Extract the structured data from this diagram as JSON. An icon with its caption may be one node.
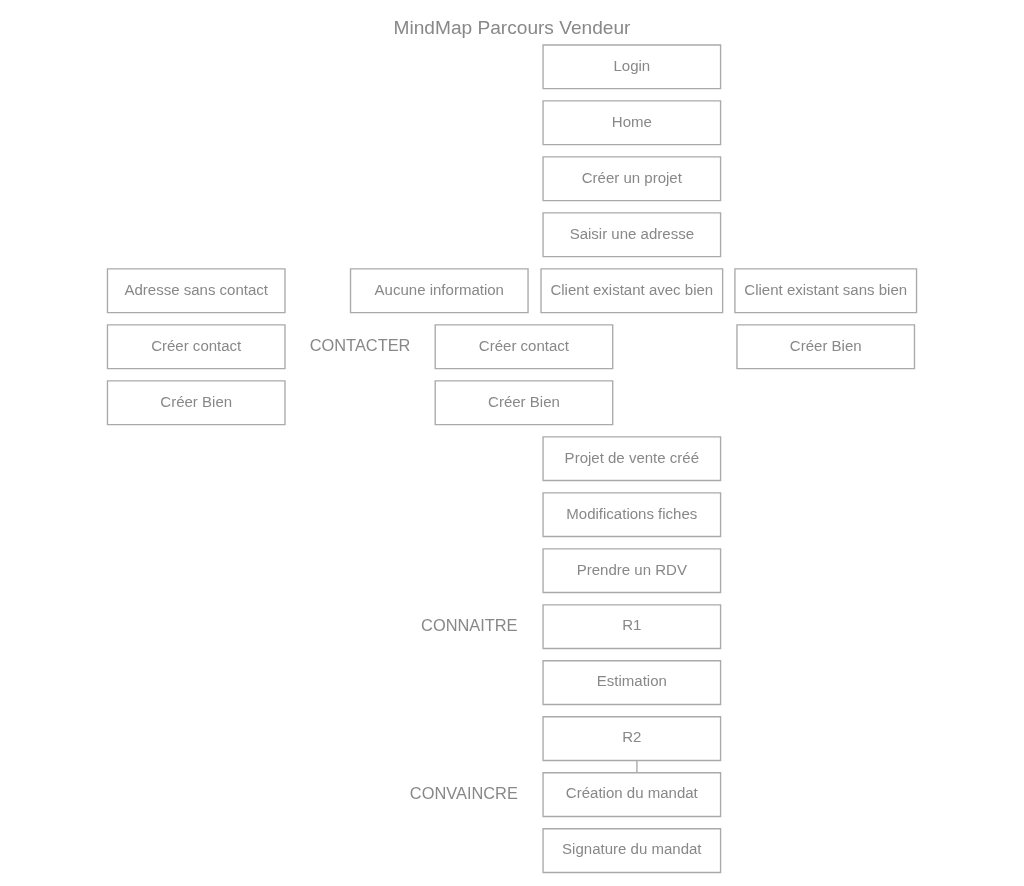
{
  "diagram": {
    "title": "MindMap Parcours Vendeur",
    "nodes": [
      {
        "text": [
          "Login"
        ]
      },
      {
        "text": [
          "Home"
        ]
      },
      {
        "text": [
          "Créer un projet"
        ]
      },
      {
        "text": [
          "Saisir une adresse"
        ]
      },
      {
        "text": [
          "Adresse sans contact"
        ]
      },
      {
        "text": [
          "Aucune information"
        ]
      },
      {
        "text": [
          "Client existant avec bien"
        ]
      },
      {
        "text": [
          "Client existant sans bien"
        ]
      },
      {
        "text": [
          "Créer contact"
        ]
      },
      {
        "text": [
          "Créer contact"
        ]
      },
      {
        "text": [
          "Créer Bien"
        ]
      },
      {
        "text": [
          "Créer Bien"
        ]
      },
      {
        "text": [
          "Créer Bien"
        ]
      },
      {
        "text": [
          "Projet de vente créé"
        ]
      },
      {
        "text": [
          "Modifications fiches"
        ]
      },
      {
        "text": [
          "Prendre un RDV"
        ]
      },
      {
        "text": [
          "R1"
        ]
      },
      {
        "text": [
          "Estimation"
        ]
      },
      {
        "text": [
          "R2"
        ]
      },
      {
        "text": [
          "Création du mandat"
        ]
      },
      {
        "text": [
          "Signature du mandat"
        ]
      }
    ],
    "edges": [
      {
        "from": 18,
        "to": 19,
        "arrow": "none"
      }
    ],
    "labels": [
      "CONTACTER",
      "CONNAITRE",
      "CONVAINCRE"
    ]
  }
}
